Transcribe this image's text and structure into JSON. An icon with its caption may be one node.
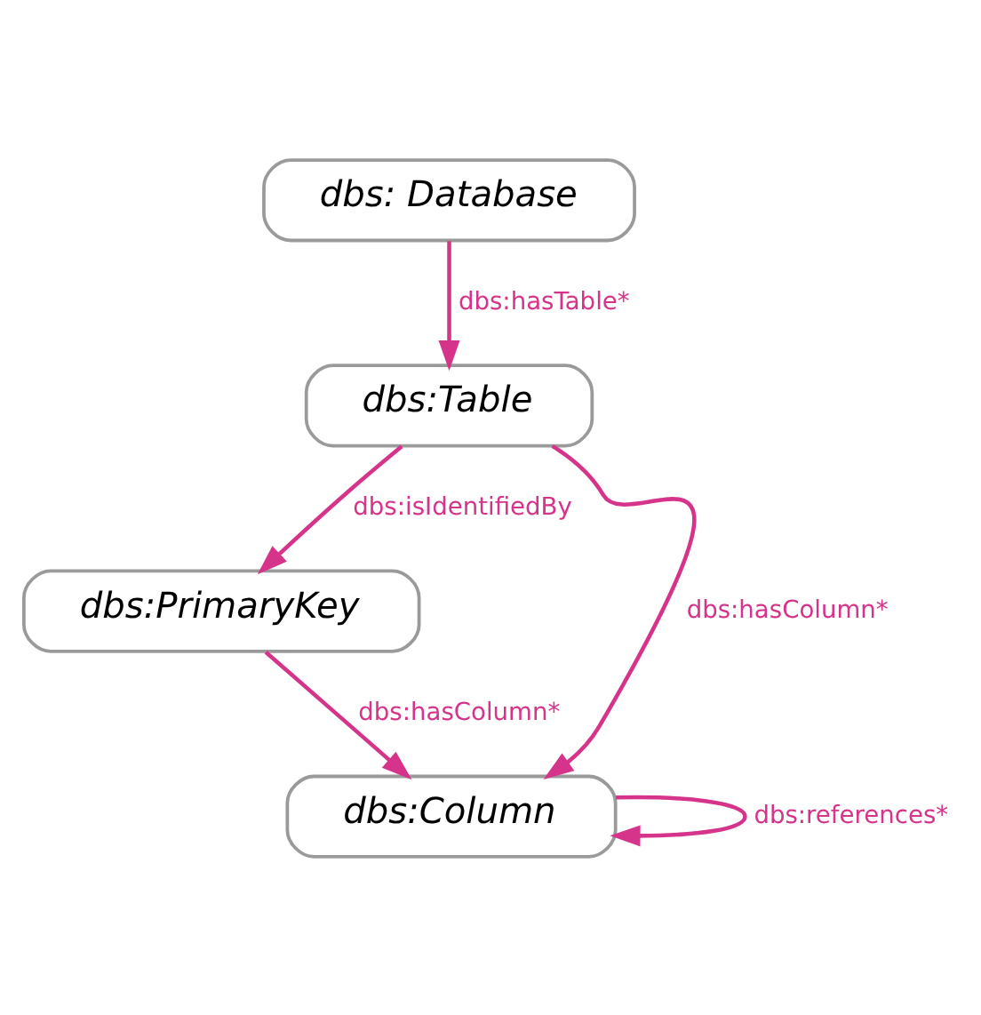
{
  "diagram": {
    "nodes": [
      {
        "text": [
          "dbs: Database"
        ]
      },
      {
        "text": [
          "dbs:Table"
        ]
      },
      {
        "text": [
          "dbs:PrimaryKey"
        ]
      },
      {
        "text": [
          "dbs:Column"
        ]
      }
    ],
    "edges": [
      {
        "from": 0,
        "to": 1,
        "arrow": "to",
        "label": "dbs:hasTable*"
      },
      {
        "from": 1,
        "to": 2,
        "arrow": "to",
        "label": "dbs:isIdentifiedBy"
      },
      {
        "from": 1,
        "to": 3,
        "arrow": "to",
        "label": "dbs:hasColumn*"
      },
      {
        "from": 2,
        "to": 3,
        "arrow": "to",
        "label": "dbs:hasColumn*"
      },
      {
        "from": 3,
        "to": 3,
        "arrow": "to",
        "label": "dbs:references*"
      }
    ]
  }
}
